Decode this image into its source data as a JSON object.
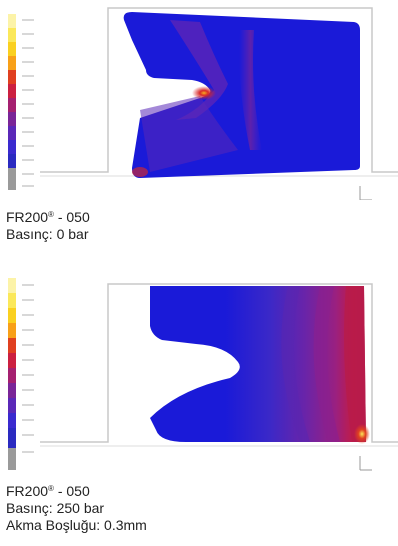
{
  "figures": [
    {
      "title_main": "FR200",
      "title_reg": "®",
      "title_rest": " - 050",
      "lines": [
        "Basınç: 0 bar"
      ]
    },
    {
      "title_main": "FR200",
      "title_reg": "®",
      "title_rest": " - 050",
      "lines": [
        "Basınç: 250 bar",
        "Akma Boşluğu: 0.3mm"
      ]
    }
  ],
  "colors": {
    "scale": [
      "#9a9a9a",
      "#2a2ac0",
      "#3a2acf",
      "#5a28b8",
      "#7a2598",
      "#a52070",
      "#cc2040",
      "#e04020",
      "#f07018",
      "#f8a018",
      "#fad020",
      "#fbe85a",
      "#fcf3a8"
    ],
    "body_blue": "#1a1ad8",
    "outline": "#c8c8c8"
  }
}
